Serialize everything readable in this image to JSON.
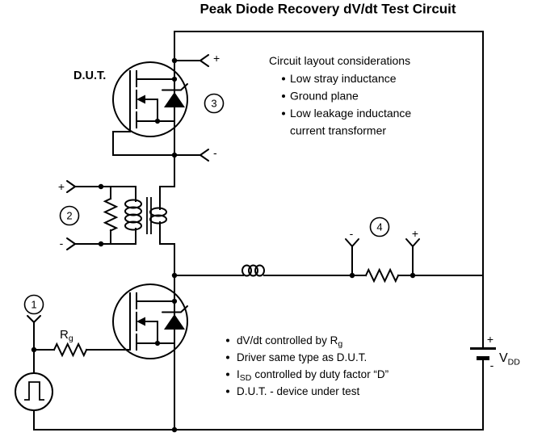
{
  "title": "Peak Diode Recovery dV/dt Test Circuit",
  "labels": {
    "dut": "D.U.T.",
    "rg_base": "R",
    "rg_sub": "g",
    "vdd_base": "V",
    "vdd_sub": "DD",
    "battery_plus": "+",
    "battery_minus": "-",
    "probe_top_plus": "+",
    "probe_top_minus": "-",
    "probe_xfmr_plus": "+",
    "probe_xfmr_minus": "-",
    "probe_sense_minus": "-",
    "probe_sense_plus": "+"
  },
  "callouts": {
    "c1": "1",
    "c2": "2",
    "c3": "3",
    "c4": "4"
  },
  "notes_layout": {
    "heading": "Circuit layout considerations",
    "bullets": [
      "Low stray inductance",
      "Ground plane",
      "Low leakage inductance"
    ],
    "continuation": "current transformer"
  },
  "notes_circuit": {
    "b1_pre": "dV/dt controlled by R",
    "b1_sub": "g",
    "b2": "Driver same type as D.U.T.",
    "b3_pre": "I",
    "b3_sub": "SD",
    "b3_post": "controlled by duty factor “D”",
    "b4": "D.U.T. - device under test"
  }
}
